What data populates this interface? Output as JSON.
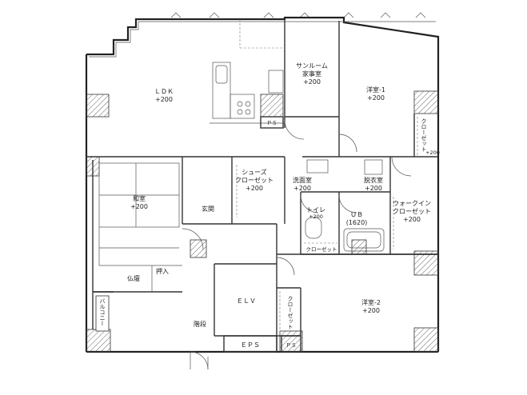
{
  "rooms": {
    "ldk": {
      "name": "ＬＤＫ",
      "level": "+200"
    },
    "sunroom": {
      "name1": "サンルーム",
      "name2": "家事室",
      "level": "+200"
    },
    "western1": {
      "name": "洋室-1",
      "level": "+200"
    },
    "closet1": {
      "name": "クローゼット",
      "level": "+200"
    },
    "washitsu": {
      "name": "和室",
      "level": "+200"
    },
    "shoes": {
      "name1": "シューズ",
      "name2": "クローゼット",
      "level": "+200"
    },
    "senmen": {
      "name": "洗面室",
      "level": "+200"
    },
    "datsui": {
      "name": "脱衣室",
      "level": "+200"
    },
    "walkin": {
      "name1": "ウォークイン",
      "name2": "クローゼット",
      "level": "+200"
    },
    "genkan": {
      "name": "玄関"
    },
    "toilet": {
      "name": "トイレ",
      "level": "+200"
    },
    "ub": {
      "name": "ＵＢ",
      "size": "(1620)"
    },
    "small_closet": {
      "name": "クローゼット"
    },
    "butsudan": {
      "name": "仏壇"
    },
    "oshiire": {
      "name": "押入"
    },
    "elv": {
      "name": "ＥＬＶ"
    },
    "kaidan": {
      "name": "階段"
    },
    "eps": {
      "name": "ＥＰＳ"
    },
    "ps1": {
      "name": "ＰＳ"
    },
    "ps2": {
      "name": "ＰＳ"
    },
    "closet2": {
      "name": "クローゼット"
    },
    "western2": {
      "name": "洋室-2",
      "level": "+200"
    },
    "balcony": {
      "name": "バルコニー"
    }
  }
}
